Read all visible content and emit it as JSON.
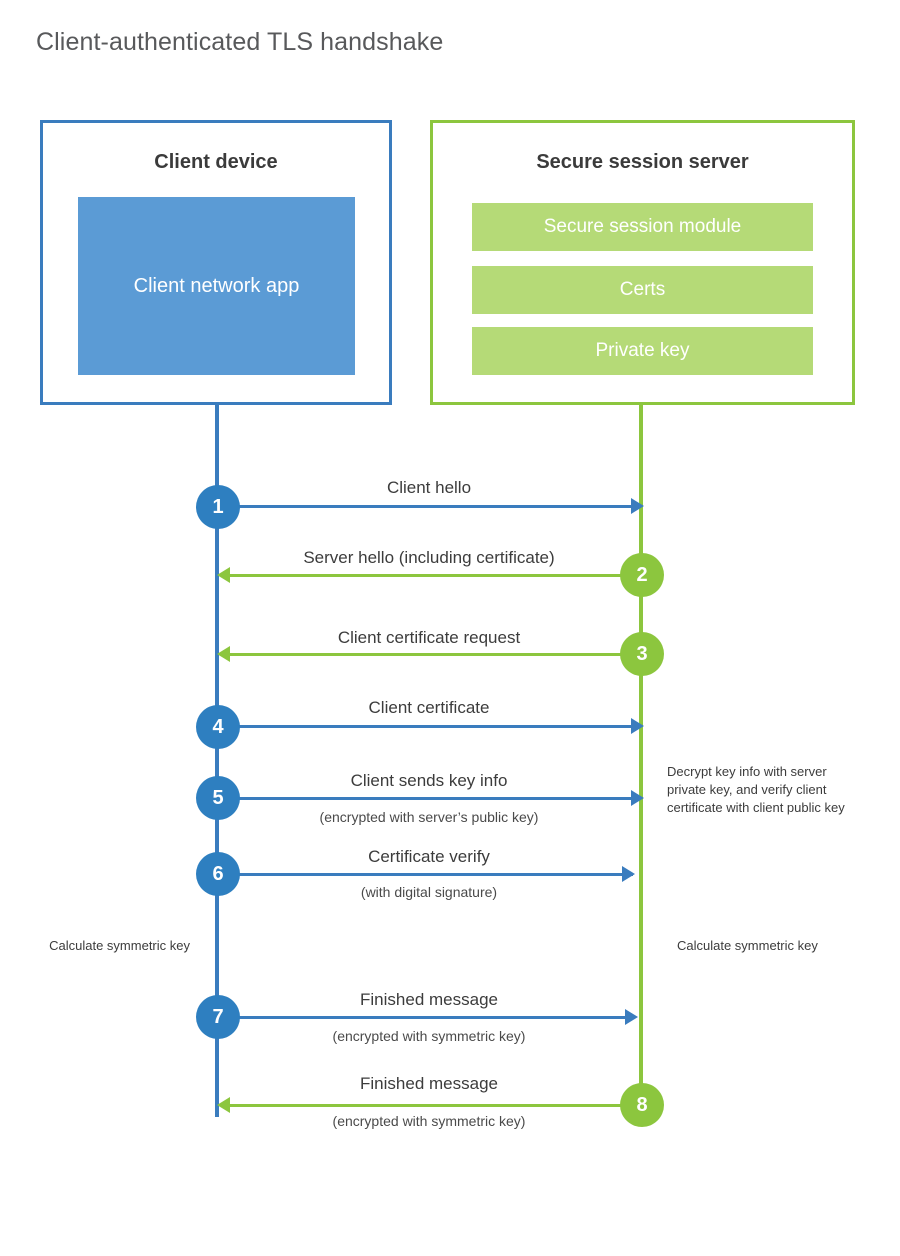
{
  "title": "Client-authenticated TLS handshake",
  "colors": {
    "client_accent": "#3a7cbe",
    "client_app_fill": "#5b9bd5",
    "client_circle": "#2e7fc0",
    "server_accent": "#8cc63e",
    "server_bar_fill": "#b5da77",
    "title_text": "#58595b",
    "body_text": "#3c3c3c",
    "background": "#ffffff"
  },
  "client": {
    "title": "Client device",
    "app_label": "Client network app"
  },
  "server": {
    "title": "Secure session server",
    "components": [
      "Secure session module",
      "Certs",
      "Private key"
    ]
  },
  "steps": [
    {
      "number": "1",
      "label": "Client hello",
      "sublabel": "",
      "direction": "client-to-server",
      "color": "blue"
    },
    {
      "number": "2",
      "label": "Server hello (including certificate)",
      "sublabel": "",
      "direction": "server-to-client",
      "color": "green"
    },
    {
      "number": "3",
      "label": "Client certificate request",
      "sublabel": "",
      "direction": "server-to-client",
      "color": "green"
    },
    {
      "number": "4",
      "label": "Client certificate",
      "sublabel": "",
      "direction": "client-to-server",
      "color": "blue"
    },
    {
      "number": "5",
      "label": "Client sends key info",
      "sublabel": "(encrypted with server’s public key)",
      "direction": "client-to-server",
      "color": "blue"
    },
    {
      "number": "6",
      "label": "Certificate verify",
      "sublabel": "(with digital signature)",
      "direction": "client-to-server",
      "color": "blue"
    },
    {
      "number": "7",
      "label": "Finished message",
      "sublabel": "(encrypted with symmetric key)",
      "direction": "client-to-server",
      "color": "blue"
    },
    {
      "number": "8",
      "label": "Finished message",
      "sublabel": "(encrypted with symmetric key)",
      "direction": "server-to-client",
      "color": "green"
    }
  ],
  "notes": {
    "server_decrypt": "Decrypt key info with server private key, and verify client certificate with client public key",
    "client_calculate": "Calculate symmetric key",
    "server_calculate": "Calculate symmetric key"
  }
}
